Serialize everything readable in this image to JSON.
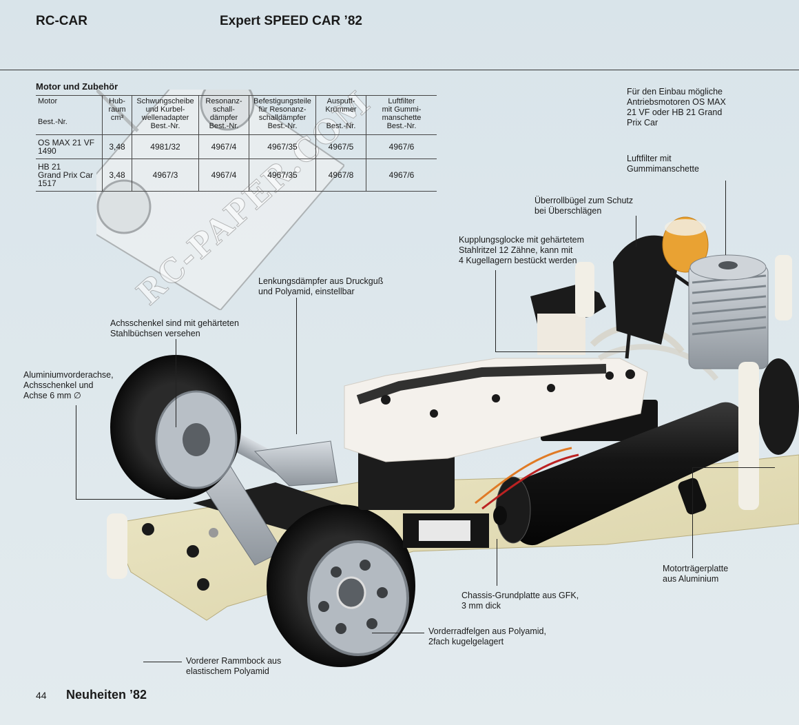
{
  "header": {
    "left": "RC-CAR",
    "center": "Expert SPEED CAR ’82"
  },
  "table": {
    "title": "Motor und Zubehör",
    "columns": [
      {
        "top": [
          "Motor"
        ],
        "bottom": "Best.-Nr."
      },
      {
        "top": [
          "Hub-",
          "raum",
          "cm³"
        ],
        "bottom": ""
      },
      {
        "top": [
          "Schwungscheibe",
          "und Kurbel-",
          "wellenadapter",
          "Best.-Nr."
        ],
        "bottom": ""
      },
      {
        "top": [
          "Resonanz-",
          "schall-",
          "dämpfer",
          "Best.-Nr."
        ],
        "bottom": ""
      },
      {
        "top": [
          "Befestigungsteile",
          "für Resonanz-",
          "schalldämpfer",
          "Best.-Nr."
        ],
        "bottom": ""
      },
      {
        "top": [
          "Auspuff-",
          "Krümmer"
        ],
        "bottom": "Best.-Nr."
      },
      {
        "top": [
          "Luftfilter",
          "mit Gummi-",
          "manschette",
          "Best.-Nr."
        ],
        "bottom": ""
      }
    ],
    "rows": [
      {
        "motor": [
          "OS MAX 21 VF",
          "1490"
        ],
        "hubraum": "3,48",
        "schwung": "4981/32",
        "resonanz": "4967/4",
        "befest": "4967/35",
        "auspuff": "4967/5",
        "luftfilter": "4967/6"
      },
      {
        "motor": [
          "HB 21",
          "Grand Prix Car",
          "1517"
        ],
        "hubraum": "3,48",
        "schwung": "4967/3",
        "resonanz": "4967/4",
        "befest": "4967/35",
        "auspuff": "4967/8",
        "luftfilter": "4967/6"
      }
    ]
  },
  "callouts": {
    "antrieb": [
      "Für den Einbau mögliche",
      "Antriebsmotoren OS MAX",
      "21 VF oder HB 21 Grand",
      "Prix Car"
    ],
    "luftfilter": [
      "Luftfilter mit",
      "Gummimanschette"
    ],
    "ueberroll": [
      "Überrollbügel zum Schutz",
      "bei Überschlägen"
    ],
    "kupplung": [
      "Kupplungsglocke mit gehärtetem",
      "Stahlritzel 12 Zähne, kann mit",
      "4 Kugellagern bestückt werden"
    ],
    "lenkung": [
      "Lenkungsdämpfer aus Druckguß",
      "und Polyamid, einstellbar"
    ],
    "achsschenkel": [
      "Achsschenkel sind mit gehärteten",
      "Stahlbüchsen versehen"
    ],
    "vorderachse": [
      "Aluminiumvorderachse,",
      "Achsschenkel und",
      "Achse 6 mm ∅"
    ],
    "motortraeger": [
      "Motorträgerplatte",
      "aus Aluminium"
    ],
    "chassis": [
      "Chassis-Grundplatte aus GFK,",
      "3 mm dick"
    ],
    "felgen": [
      "Vorderradfelgen aus Polyamid,",
      "2fach kugelgelagert"
    ],
    "rammbock": [
      "Vorderer Rammbock aus",
      "elastischem Polyamid"
    ]
  },
  "watermark": "RC-PAPER.COM",
  "footer": {
    "page": "44",
    "title": "Neuheiten ’82"
  }
}
